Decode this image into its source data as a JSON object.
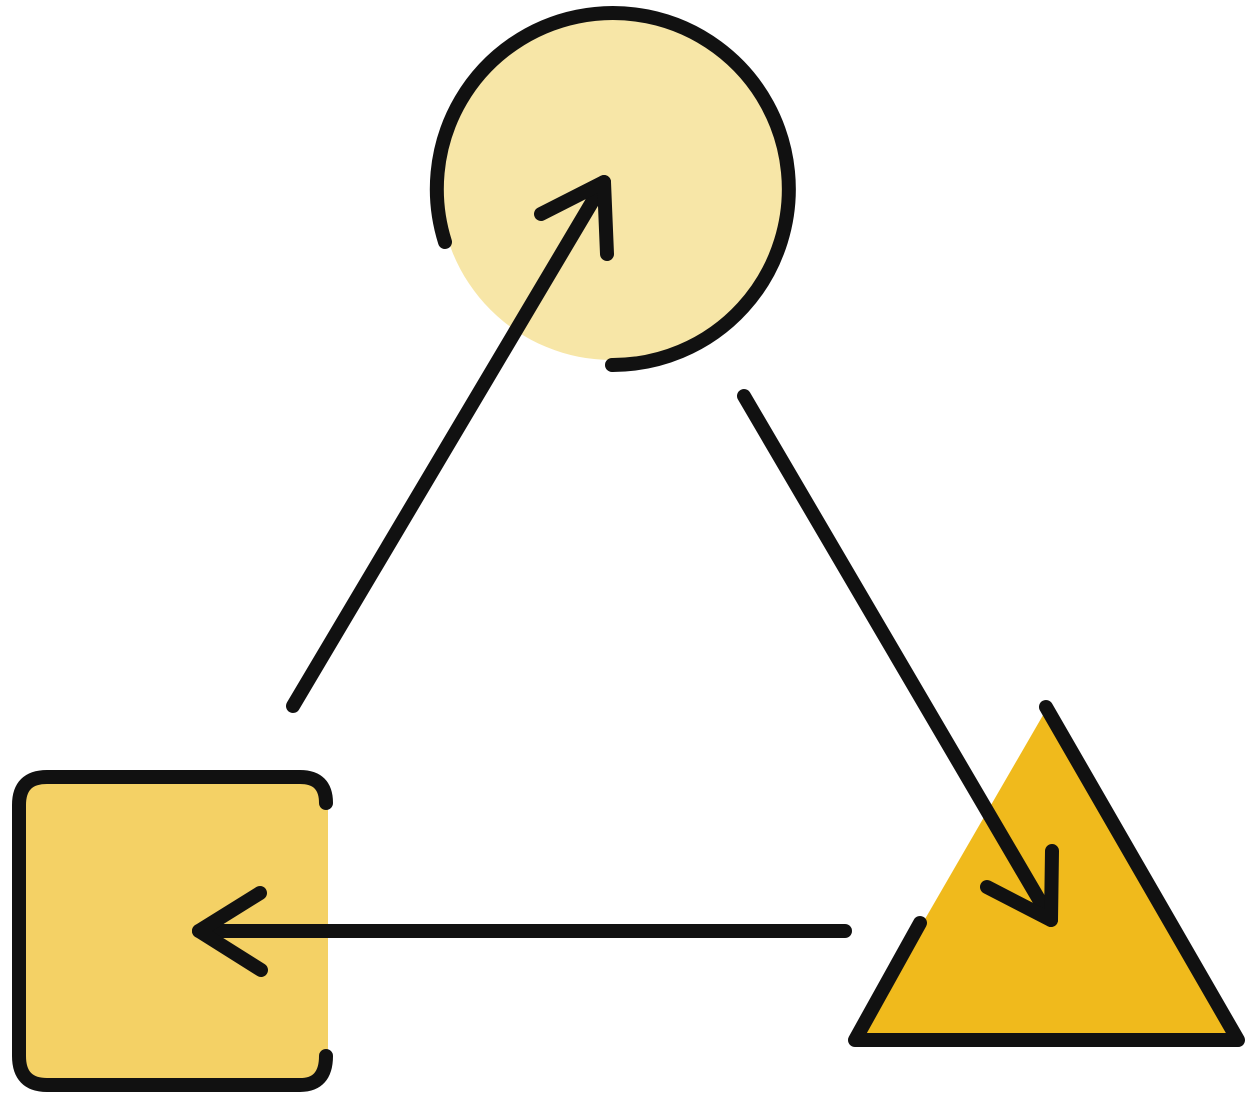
{
  "diagram": {
    "nodes": [
      {
        "id": "circle",
        "shape": "circle",
        "fill": "#F7E6A7"
      },
      {
        "id": "triangle",
        "shape": "triangle",
        "fill": "#F0BA1C"
      },
      {
        "id": "square",
        "shape": "rounded-square",
        "fill": "#F4D165"
      }
    ],
    "edges": [
      {
        "from": "square",
        "to": "circle"
      },
      {
        "from": "circle",
        "to": "triangle"
      },
      {
        "from": "triangle",
        "to": "square"
      }
    ],
    "colors": {
      "stroke": "#111111",
      "background": "#FFFFFF"
    }
  }
}
